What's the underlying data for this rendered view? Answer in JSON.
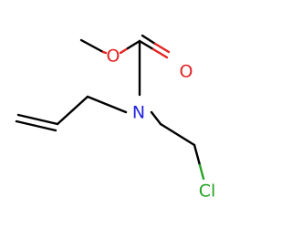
{
  "molecule": {
    "atoms": {
      "methoxy_oxygen": {
        "symbol": "O",
        "color": "#e32222"
      },
      "carbonyl_oxygen": {
        "symbol": "O",
        "color": "#e32222"
      },
      "nitrogen": {
        "symbol": "N",
        "color": "#2222e0"
      },
      "chlorine": {
        "symbol": "Cl",
        "color": "#22a322"
      }
    }
  }
}
